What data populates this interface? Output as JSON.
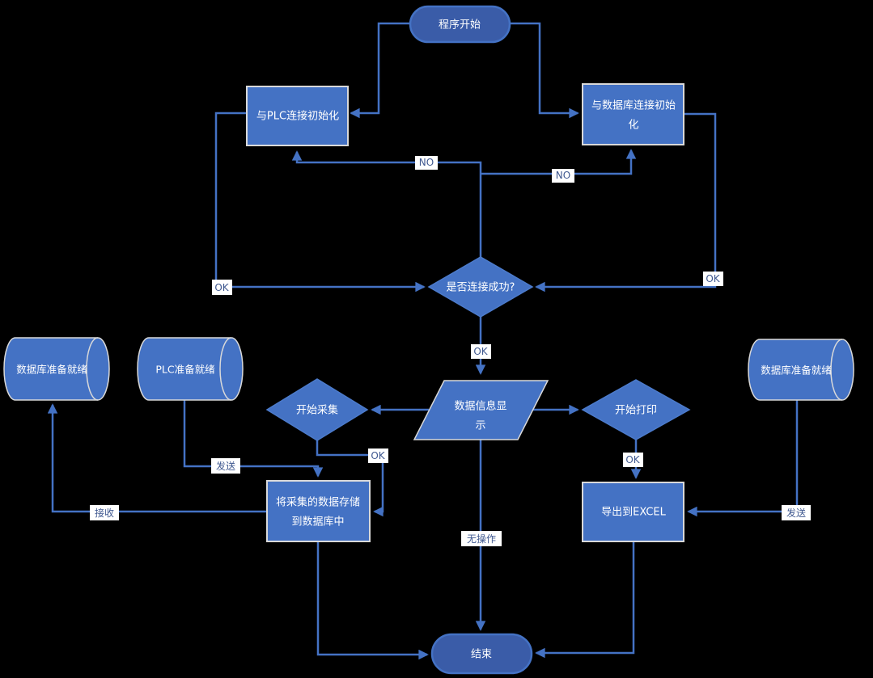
{
  "diagram": {
    "title": "PLC data acquisition flowchart",
    "colors": {
      "background": "#000000",
      "line": "#4472C4",
      "shape_fill": "#4472C4",
      "terminator_fill": "#3A5CA8",
      "terminator_border": "#4472C4",
      "process_border": "#D9D9D9",
      "decision_border": "#4C7BCB",
      "shape_text": "#FFFFFF",
      "edge_label_text": "#3F5890",
      "edge_label_bg": "#FFFFFF"
    },
    "nodes": {
      "start": {
        "type": "terminator",
        "label": "程序开始"
      },
      "plc_init": {
        "type": "process",
        "label": "与PLC连接初始化"
      },
      "db_init": {
        "type": "process",
        "line1": "与数据库连接初始",
        "line2": "化"
      },
      "connect_check": {
        "type": "decision",
        "label": "是否连接成功?"
      },
      "db_ready_left": {
        "type": "cylinder",
        "label": "数据库准备就绪"
      },
      "plc_ready": {
        "type": "cylinder",
        "label": "PLC准备就绪"
      },
      "db_ready_right": {
        "type": "cylinder",
        "label": "数据库准备就绪"
      },
      "collect": {
        "type": "decision",
        "label": "开始采集"
      },
      "display": {
        "type": "io",
        "line1": "数据信息显",
        "line2": "示"
      },
      "print": {
        "type": "decision",
        "label": "开始打印"
      },
      "store": {
        "type": "process",
        "line1": "将采集的数据存储",
        "line2": "到数据库中"
      },
      "export": {
        "type": "process",
        "label": "导出到EXCEL"
      },
      "end": {
        "type": "terminator",
        "label": "结束"
      }
    },
    "edge_labels": {
      "no_left": "NO",
      "no_right": "NO",
      "ok_left": "OK",
      "ok_right": "OK",
      "ok_center": "OK",
      "ok_collect": "OK",
      "ok_print": "OK",
      "send_left": "发送",
      "send_right": "发送",
      "receive": "接收",
      "no_action": "无操作"
    }
  }
}
